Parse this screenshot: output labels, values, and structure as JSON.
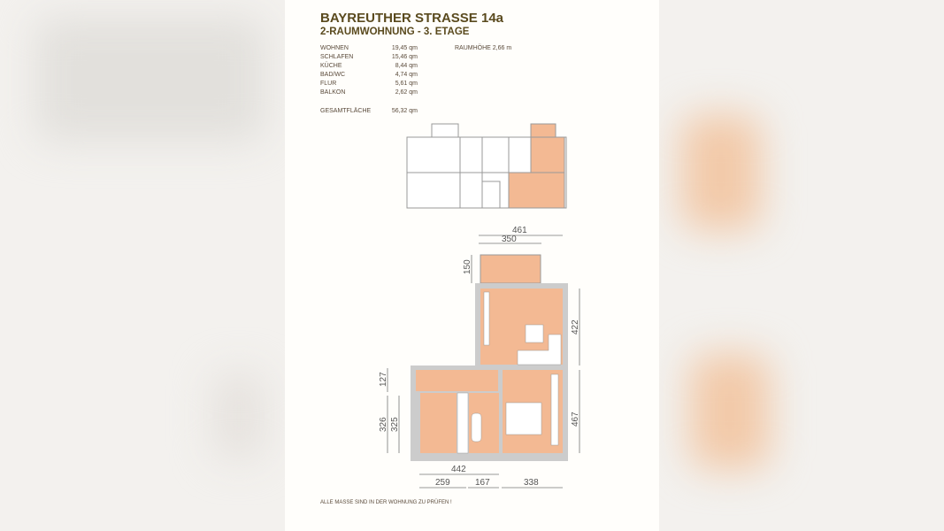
{
  "title": "BAYREUTHER STRASSE 14a",
  "subtitle": "2-RAUMWOHNUNG - 3. ETAGE",
  "rooms": [
    {
      "name": "WOHNEN",
      "area": "19,45 qm"
    },
    {
      "name": "SCHLAFEN",
      "area": "15,46 qm"
    },
    {
      "name": "KÜCHE",
      "area": "8,44 qm"
    },
    {
      "name": "BAD/WC",
      "area": "4,74 qm"
    },
    {
      "name": "FLUR",
      "area": "5,61 qm"
    },
    {
      "name": "BALKON",
      "area": "2,62 qm"
    }
  ],
  "total": {
    "name": "GESAMTFLÄCHE",
    "area": "56,32 qm"
  },
  "ceiling_height": "RAUMHÖHE 2,66 m",
  "dimensions": {
    "d461": "461",
    "d350": "350",
    "d150": "150",
    "d422": "422",
    "d467": "467",
    "d127": "127",
    "d326": "326",
    "d325": "325",
    "d442": "442",
    "d259": "259",
    "d167": "167",
    "d338": "338"
  },
  "footnote": "ALLE MASSE SIND IN DER WOHNUNG ZU PRÜFEN !",
  "colors": {
    "room_fill": "#f3b993",
    "wall": "#bdbdbd",
    "title": "#5a4a1e"
  }
}
